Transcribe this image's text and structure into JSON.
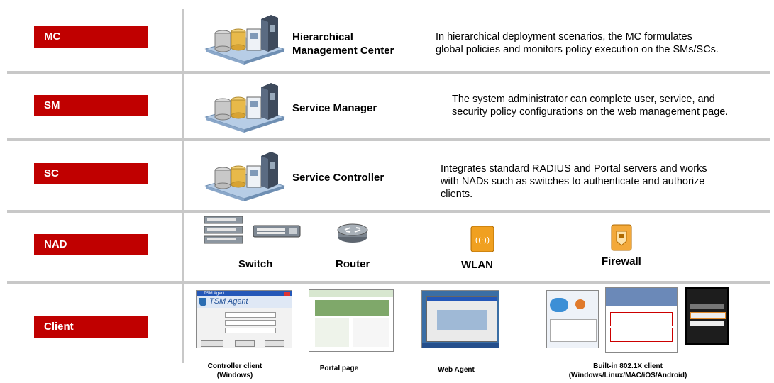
{
  "rows": [
    {
      "label": "MC",
      "title_line1": "Hierarchical",
      "title_line2": "Management Center",
      "desc_line1": "In hierarchical deployment scenarios, the MC formulates",
      "desc_line2": "global policies and monitors policy execution on the SMs/SCs."
    },
    {
      "label": "SM",
      "title_line1": "Service Manager",
      "desc_line1": "The system administrator can complete user, service, and",
      "desc_line2": "security policy configurations on the web management page."
    },
    {
      "label": "SC",
      "title_line1": "Service Controller",
      "desc_line1": "Integrates standard RADIUS and Portal servers and works",
      "desc_line2": "with NADs such as switches to authenticate and authorize",
      "desc_line3": "clients."
    },
    {
      "label": "NAD"
    },
    {
      "label": "Client"
    }
  ],
  "nad_devices": [
    "Switch",
    "Router",
    "WLAN",
    "Firewall"
  ],
  "clients": {
    "controller_line1": "Controller client",
    "controller_line2": "(Windows)",
    "portal": "Portal page",
    "webagent": "Web Agent",
    "builtin_line1": "Built-in 802.1X client",
    "builtin_line2": "(Windows/Linux/MAC/iOS/Android)",
    "tsm_title": "TSM Agent",
    "tsm_small": "TSM Agent"
  },
  "colors": {
    "label_bg": "#c00000",
    "separator": "#c8c8c8"
  }
}
